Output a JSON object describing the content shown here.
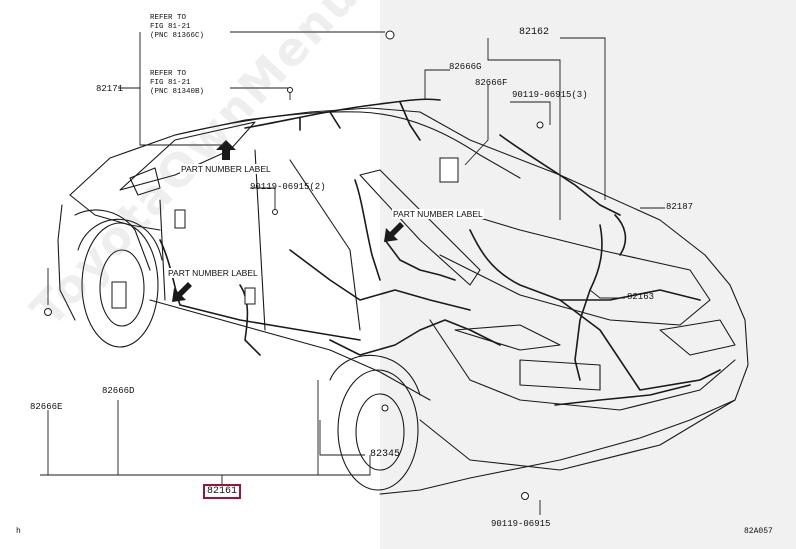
{
  "watermark": "ToyotaOwnMenu",
  "references": [
    {
      "text": "REFER TO\nFIG 81-21\n(PNC 81366C)"
    },
    {
      "text": "REFER TO\nFIG 81-21\n(PNC 81340B)"
    }
  ],
  "parts": {
    "p82171": "82171",
    "p82162": "82162",
    "p82666g": "82666G",
    "p82666f": "82666F",
    "p90119_3": "90119-06915(3)",
    "p90119_2": "90119-06915(2)",
    "p82187": "82187",
    "p82163": "82163",
    "p82666e": "82666E",
    "p82666d": "82666D",
    "p82345": "82345",
    "p82161": "82161",
    "p90119": "90119-06915"
  },
  "part_number_labels": [
    "PART NUMBER LABEL",
    "PART NUMBER LABEL",
    "PART NUMBER LABEL"
  ],
  "figure_code": "82A057",
  "corner_mark": "h",
  "highlight_color": "#9a1537"
}
